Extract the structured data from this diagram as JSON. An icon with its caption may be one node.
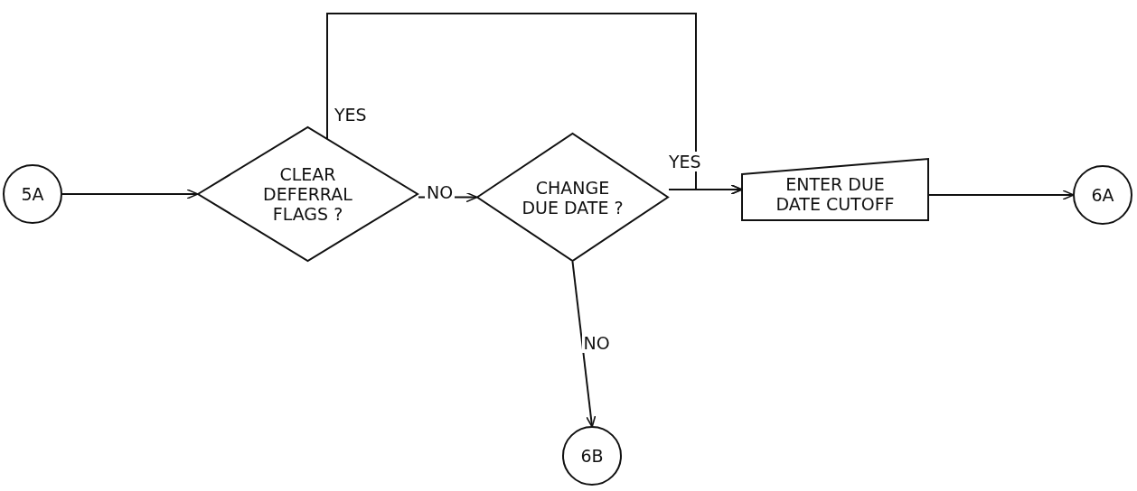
{
  "diagram": {
    "nodes": [
      {
        "text": [
          "5A"
        ]
      },
      {
        "text": [
          "CLEAR DEFERRAL FLAGS ?"
        ]
      },
      {
        "text": [
          "CHANGE DUE DATE ?"
        ]
      },
      {
        "text": [
          "ENTER DUE DATE CUTOFF"
        ]
      },
      {
        "text": [
          "6A"
        ]
      },
      {
        "text": [
          "6B"
        ]
      }
    ],
    "edges": [
      {
        "from": 0,
        "to": 1,
        "arrow": "to"
      },
      {
        "from": 1,
        "to": 3,
        "label": "YES",
        "arrow": "to"
      },
      {
        "from": 1,
        "to": 2,
        "label": "NO",
        "arrow": "to"
      },
      {
        "from": 2,
        "to": 3,
        "label": "YES",
        "arrow": "to"
      },
      {
        "from": 3,
        "to": 4,
        "arrow": "to"
      },
      {
        "from": 2,
        "to": 5,
        "label": "NO",
        "arrow": "to"
      }
    ]
  }
}
